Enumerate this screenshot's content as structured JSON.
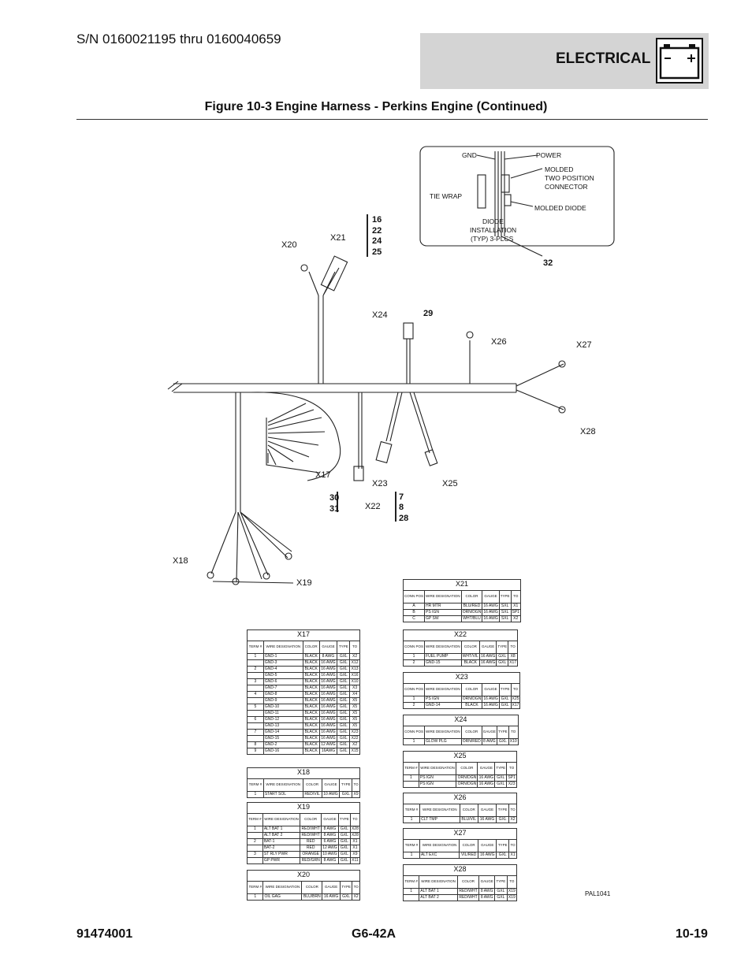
{
  "header": {
    "serial": "S/N 0160021195 thru 0160040659",
    "section": "ELECTRICAL",
    "battery_icon": "battery-icon"
  },
  "figure_title": "Figure 10-3 Engine Harness - Perkins Engine (Continued)",
  "callouts": {
    "x20": "X20",
    "x21": "X21",
    "x24": "X24",
    "x26": "X26",
    "x27": "X27",
    "x28": "X28",
    "x17": "X17",
    "x22": "X22",
    "x23": "X23",
    "x25": "X25",
    "x18": "X18",
    "x19": "X19",
    "n16": "16",
    "n22": "22",
    "n24": "24",
    "n25": "25",
    "n29": "29",
    "n30": "30",
    "n31": "31",
    "n7": "7",
    "n8": "8",
    "n28": "28",
    "n32": "32"
  },
  "detail": {
    "gnd": "GND",
    "power": "POWER",
    "molded1": "MOLDED",
    "molded2": "TWO POSITION",
    "molded3": "CONNECTOR",
    "tiewrap": "TIE WRAP",
    "diode": "MOLDED DIODE",
    "inst1": "DIODE",
    "inst2": "INSTALLATION",
    "inst3": "(TYP) 3-PLCS"
  },
  "tables": {
    "X17": {
      "title": "X17",
      "h": [
        "TERM #",
        "WIRE DESIGNATION",
        "COLOR",
        "GAUGE",
        "TYPE",
        "TO"
      ],
      "rows": [
        [
          "1",
          "GND-1",
          "BLACK",
          "8 AWG",
          "GXL",
          "X2"
        ],
        [
          "",
          "GND-3",
          "BLACK",
          "16 AWG",
          "GXL",
          "X12"
        ],
        [
          "2",
          "GND-4",
          "BLACK",
          "16 AWG",
          "GXL",
          "X13"
        ],
        [
          "",
          "GND-5",
          "BLACK",
          "16 AWG",
          "GXL",
          "X16"
        ],
        [
          "3",
          "GND-6",
          "BLACK",
          "16 AWG",
          "GXL",
          "X10"
        ],
        [
          "",
          "GND-7",
          "BLACK",
          "16 AWG",
          "GXL",
          "X3"
        ],
        [
          "4",
          "GND-8",
          "BLACK",
          "16 AWG",
          "GXL",
          "X4"
        ],
        [
          "",
          "GND-9",
          "BLACK",
          "16 AWG",
          "GXL",
          "X5"
        ],
        [
          "5",
          "GND-10",
          "BLACK",
          "16 AWG",
          "GXL",
          "X5"
        ],
        [
          "",
          "GND-11",
          "BLACK",
          "16 AWG",
          "GXL",
          "X5"
        ],
        [
          "6",
          "GND-12",
          "BLACK",
          "16 AWG",
          "GXL",
          "X5"
        ],
        [
          "",
          "GND-13",
          "BLACK",
          "16 AWG",
          "GXL",
          "X5"
        ],
        [
          "7",
          "GND-14",
          "BLACK",
          "16 AWG",
          "GXL",
          "X23"
        ],
        [
          "",
          "GND-15",
          "BLACK",
          "16 AWG",
          "GXL",
          "X22"
        ],
        [
          "8",
          "GND-2",
          "BLACK",
          "12 AWG",
          "GXL",
          "X2"
        ],
        [
          "9",
          "GND-16",
          "BLACK",
          "16AWG",
          "GXL",
          "X15"
        ]
      ]
    },
    "X18": {
      "title": "X18",
      "h": [
        "TERM #",
        "WIRE DESIGNATION",
        "COLOR",
        "GAUGE",
        "TYPE",
        "TO"
      ],
      "rows": [
        [
          "1",
          "START SOL",
          "RED/VIL",
          "10 AWG",
          "GXL",
          "X9"
        ]
      ]
    },
    "X19": {
      "title": "X19",
      "h": [
        "TERM #",
        "WIRE DESIGNATION",
        "COLOR",
        "GAUGE",
        "TYPE",
        "TO"
      ],
      "rows": [
        [
          "1",
          "ALT BAT 1",
          "RED/WHT",
          "8 AWG",
          "GXL",
          "X28"
        ],
        [
          "",
          "ALT BAT 2",
          "RED/WHT",
          "8 AWG",
          "GXL",
          "X28"
        ],
        [
          "2",
          "BAT-1",
          "RED",
          "6 AWG",
          "GXL",
          "X1"
        ],
        [
          "",
          "BAT-2",
          "RED",
          "12 AWG",
          "GXL",
          "X1"
        ],
        [
          "3",
          "ST RLY PWR",
          "ORANGE",
          "10 AWG",
          "GXL",
          "X9"
        ],
        [
          "",
          "GP PWR",
          "RED/GRN",
          "8 AWG",
          "GXL",
          "X11"
        ]
      ]
    },
    "X20": {
      "title": "X20",
      "h": [
        "TERM #",
        "WIRE DESIGNATION",
        "COLOR",
        "GAUGE",
        "TYPE",
        "TO"
      ],
      "rows": [
        [
          "1",
          "OIL GAG",
          "BLU/BRN",
          "16 AWG",
          "GXL",
          "X2"
        ]
      ]
    },
    "X21": {
      "title": "X21",
      "h": [
        "CONN POS",
        "WIRE DESIGNATION",
        "COLOR",
        "GAUGE",
        "TYPE",
        "TO"
      ],
      "rows": [
        [
          "A",
          "HR MTR",
          "BLU/RED",
          "16 AWG",
          "SXL",
          "X1"
        ],
        [
          "B",
          "PS IGN",
          "ORN/DGN",
          "16 AWG",
          "SXL",
          "SP1"
        ],
        [
          "C",
          "GP SW",
          "WHT/BLU",
          "16 AWG",
          "SXL",
          "X2"
        ]
      ]
    },
    "X22": {
      "title": "X22",
      "h": [
        "CONN POS",
        "WIRE DESIGNATION",
        "COLOR",
        "GAUGE",
        "TYPE",
        "TO"
      ],
      "rows": [
        [
          "1",
          "FUEL PUMP",
          "WHT/VIL",
          "16 AWG",
          "GXL",
          "X8"
        ],
        [
          "2",
          "GND-15",
          "BLACK",
          "16 AWG",
          "GXL",
          "X17"
        ]
      ]
    },
    "X23": {
      "title": "X23",
      "h": [
        "CONN POS",
        "WIRE DESIGNATION",
        "COLOR",
        "GAUGE",
        "TYPE",
        "TO"
      ],
      "rows": [
        [
          "1",
          "PS IGN",
          "ORN/DGN",
          "16 AWG",
          "GXL",
          "X25"
        ],
        [
          "2",
          "GND-14",
          "BLACK",
          "16 AWG",
          "GXL",
          "X17"
        ]
      ]
    },
    "X24": {
      "title": "X24",
      "h": [
        "CONN POS",
        "WIRE DESIGNATION",
        "COLOR",
        "GAUGE",
        "TYPE",
        "TO"
      ],
      "rows": [
        [
          "1",
          "GLOW PLG",
          "ORN/RED",
          "8 AWG",
          "GXL",
          "X10"
        ]
      ]
    },
    "X25": {
      "title": "X25",
      "h": [
        "TERM #",
        "WIRE DESIGNATION",
        "COLOR",
        "GAUGE",
        "TYPE",
        "TO"
      ],
      "rows": [
        [
          "1",
          "PS IGN",
          "ORN/DGN",
          "16 AWG",
          "GXL",
          "SP1"
        ],
        [
          "",
          "PS IGN",
          "ORN/DGN",
          "16 AWG",
          "GXL",
          "X23"
        ]
      ]
    },
    "X26": {
      "title": "X26",
      "h": [
        "TERM #",
        "WIRE DESIGNATION",
        "COLOR",
        "GAUGE",
        "TYPE",
        "TO"
      ],
      "rows": [
        [
          "1",
          "CLT TMP",
          "BLU/VIL",
          "16 AWG",
          "GXL",
          "X2"
        ]
      ]
    },
    "X27": {
      "title": "X27",
      "h": [
        "TERM #",
        "WIRE DESIGNATION",
        "COLOR",
        "GAUGE",
        "TYPE",
        "TO"
      ],
      "rows": [
        [
          "1",
          "ALT EXC",
          "VIL/RED",
          "16 AWG",
          "GXL",
          "X1"
        ]
      ]
    },
    "X28": {
      "title": "X28",
      "h": [
        "TERM #",
        "WIRE DESIGNATION",
        "COLOR",
        "GAUGE",
        "TYPE",
        "TO"
      ],
      "rows": [
        [
          "1",
          "ALT BAT 1",
          "RED/WHT",
          "8 AWG",
          "GXL",
          "X19"
        ],
        [
          "",
          "ALT BAT 2",
          "RED/WHT",
          "8 AWG",
          "GXL",
          "X19"
        ]
      ]
    }
  },
  "pal": "PAL1041",
  "footer": {
    "left": "91474001",
    "center": "G6-42A",
    "right": "10-19"
  }
}
